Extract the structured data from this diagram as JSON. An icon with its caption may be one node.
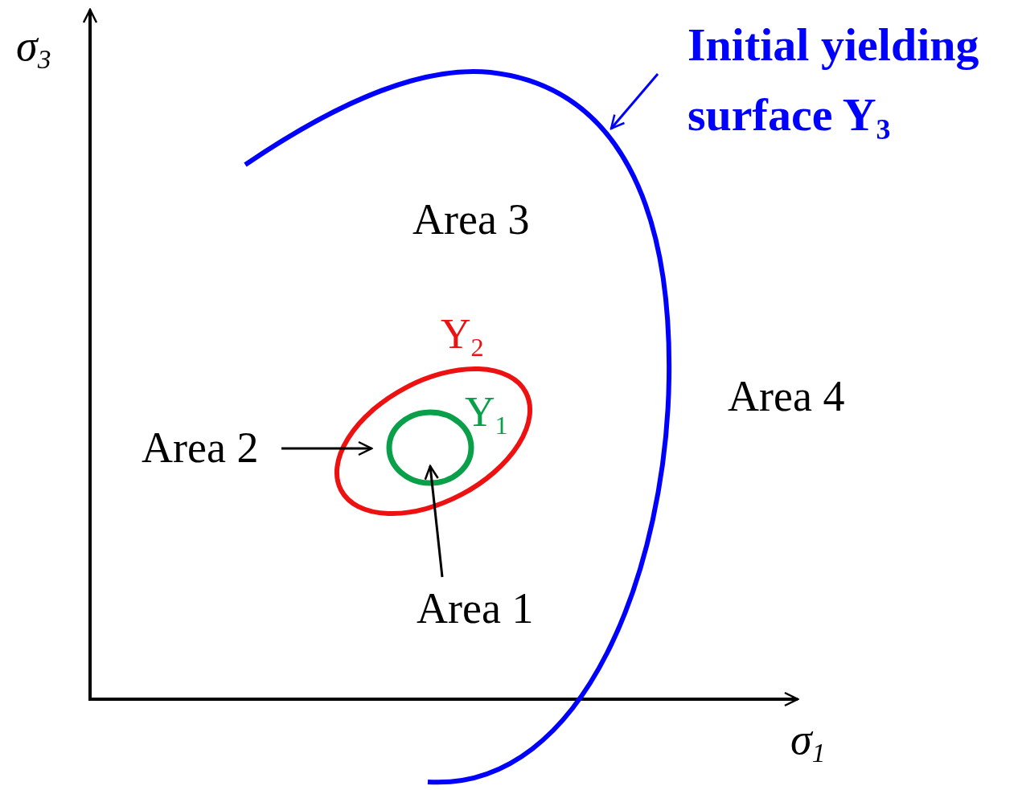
{
  "diagram": {
    "nodes": [
      {
        "text": [
          "Initial yielding surface Y$_{3}$"
        ]
      },
      {
        "text": [],
        "shape": "arc"
      },
      {
        "text": [
          "Y$_{2}$"
        ],
        "in": 1
      },
      {
        "text": [
          "Y$_{1}$"
        ],
        "in": 2
      },
      {
        "text": [
          "Area 2"
        ]
      },
      {
        "text": [
          "Area 1"
        ],
        "in": 1
      }
    ],
    "edges": [
      {
        "from": 0,
        "to": 1,
        "arrow": "to",
        "color": "#0000ff"
      },
      {
        "from": 4,
        "to": 2,
        "arrow": "to"
      },
      {
        "from": 5,
        "to": 3,
        "arrow": "to"
      }
    ],
    "labels": [
      "σ$_{3}$",
      "Area 3",
      "Area 4",
      "σ$_{1}$"
    ]
  }
}
